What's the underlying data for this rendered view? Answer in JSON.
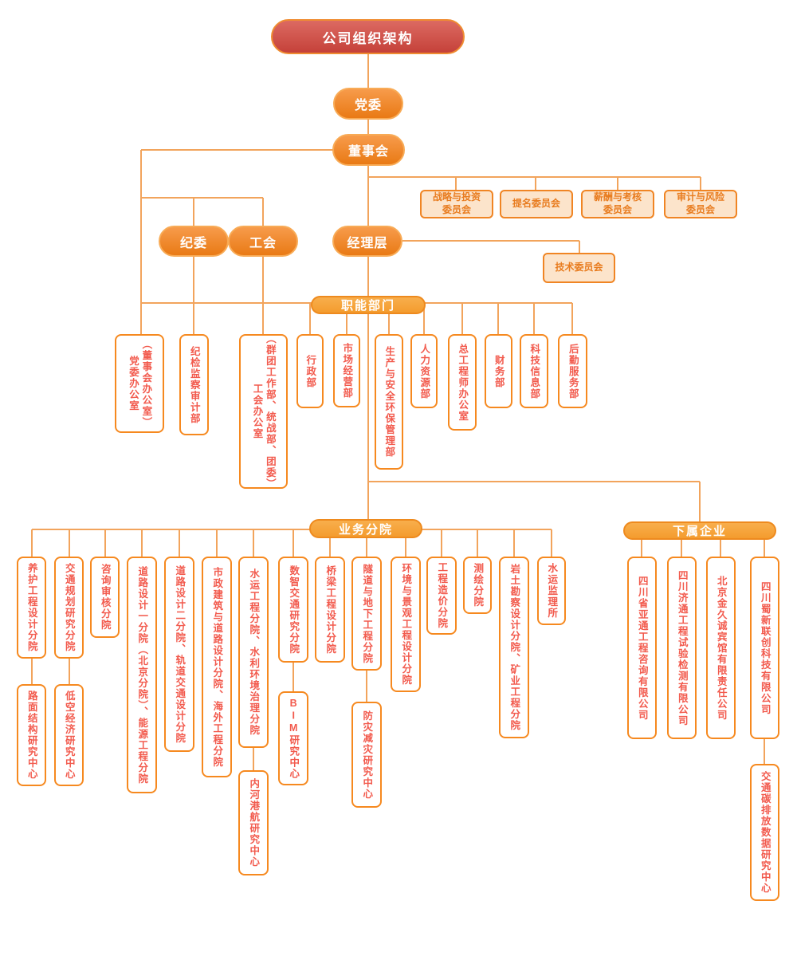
{
  "title": "公司组织架构",
  "colors": {
    "root_fill": "#c5413a",
    "node_orange": "#e97a15",
    "badge_orange": "#f49c2e",
    "committee_bg": "#fce4cb",
    "committee_text": "#e87c1f",
    "leaf_border": "#f6891f",
    "leaf_text": "#f25a4d",
    "connector": "#f2a45c"
  },
  "top": {
    "root": "公司组织架构",
    "party_committee": "党委",
    "board": "董事会",
    "discipline_committee": "纪委",
    "labor_union": "工会",
    "management": "经理层"
  },
  "board_committees": [
    "战略与投资委员会",
    "提名委员会",
    "薪酬与考核委员会",
    "审计与风险委员会"
  ],
  "tech_committee": "技术委员会",
  "sections": {
    "functional": "职能部门",
    "branches": "业务分院",
    "subsidiaries": "下属企业"
  },
  "functional": {
    "party_office": {
      "main": "党委办公室",
      "annex": "（董事会办公室）"
    },
    "discipline_audit": "纪检监察审计部",
    "union_office": {
      "main": "工会办公室",
      "annex": "（群团工作部、统战部、团委）"
    },
    "departments": [
      "行政部",
      "市场经营部",
      "生产与安全环保管理部",
      "人力资源部",
      "总工程师办公室",
      "财务部",
      "科技信息部",
      "后勤服务部"
    ]
  },
  "branches": [
    {
      "label": "养护工程设计分院",
      "child": "路面结构研究中心"
    },
    {
      "label": "交通规划研究分院",
      "child": "低空经济研究中心"
    },
    {
      "label": "咨询审核分院"
    },
    {
      "label": "道路设计一分院（北京分院）、能源工程分院"
    },
    {
      "label": "道路设计二分院、轨道交通设计分院"
    },
    {
      "label": "市政建筑与道路设计分院、海外工程分院"
    },
    {
      "label": "水运工程分院、水利环境治理分院",
      "child": "内河港航研究中心"
    },
    {
      "label": "数智交通研究分院",
      "child": "BIM研究中心"
    },
    {
      "label": "桥梁工程设计分院"
    },
    {
      "label": "隧道与地下工程分院",
      "child": "防灾减灾研究中心"
    },
    {
      "label": "环境与景观工程设计分院"
    },
    {
      "label": "工程造价分院"
    },
    {
      "label": "测绘分院"
    },
    {
      "label": "岩土勘察设计分院、矿业工程分院"
    },
    {
      "label": "水运监理所"
    }
  ],
  "subsidiaries": [
    {
      "label": "四川省亚通工程咨询有限公司"
    },
    {
      "label": "四川济通工程试验检测有限公司"
    },
    {
      "label": "北京金久诚宾馆有限责任公司"
    },
    {
      "label": "四川蜀新联创科技有限公司",
      "child": "交通碳排放数据研究中心"
    }
  ]
}
